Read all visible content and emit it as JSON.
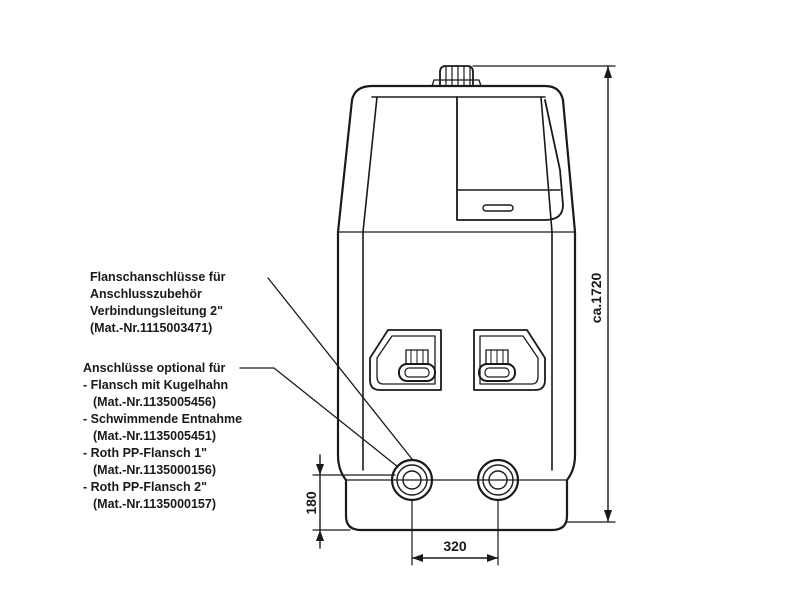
{
  "annotations": {
    "upper": {
      "lines": [
        "Flanschanschlüsse für",
        "Anschlusszubehör",
        "Verbindungsleitung 2\"",
        "(Mat.-Nr.1115003471)"
      ]
    },
    "lower": {
      "lines": [
        "Anschlüsse optional für",
        "- Flansch mit Kugelhahn",
        "(Mat.-Nr.1135005456)",
        "- Schwimmende Entnahme",
        "(Mat.-Nr.1135005451)",
        "- Roth PP-Flansch 1\"",
        "(Mat.-Nr.1135000156)",
        "- Roth PP-Flansch 2\"",
        "(Mat.-Nr.1135000157)"
      ]
    }
  },
  "dimensions": {
    "height_total": "ca.1720",
    "flange_height": "180",
    "flange_spacing": "320"
  }
}
